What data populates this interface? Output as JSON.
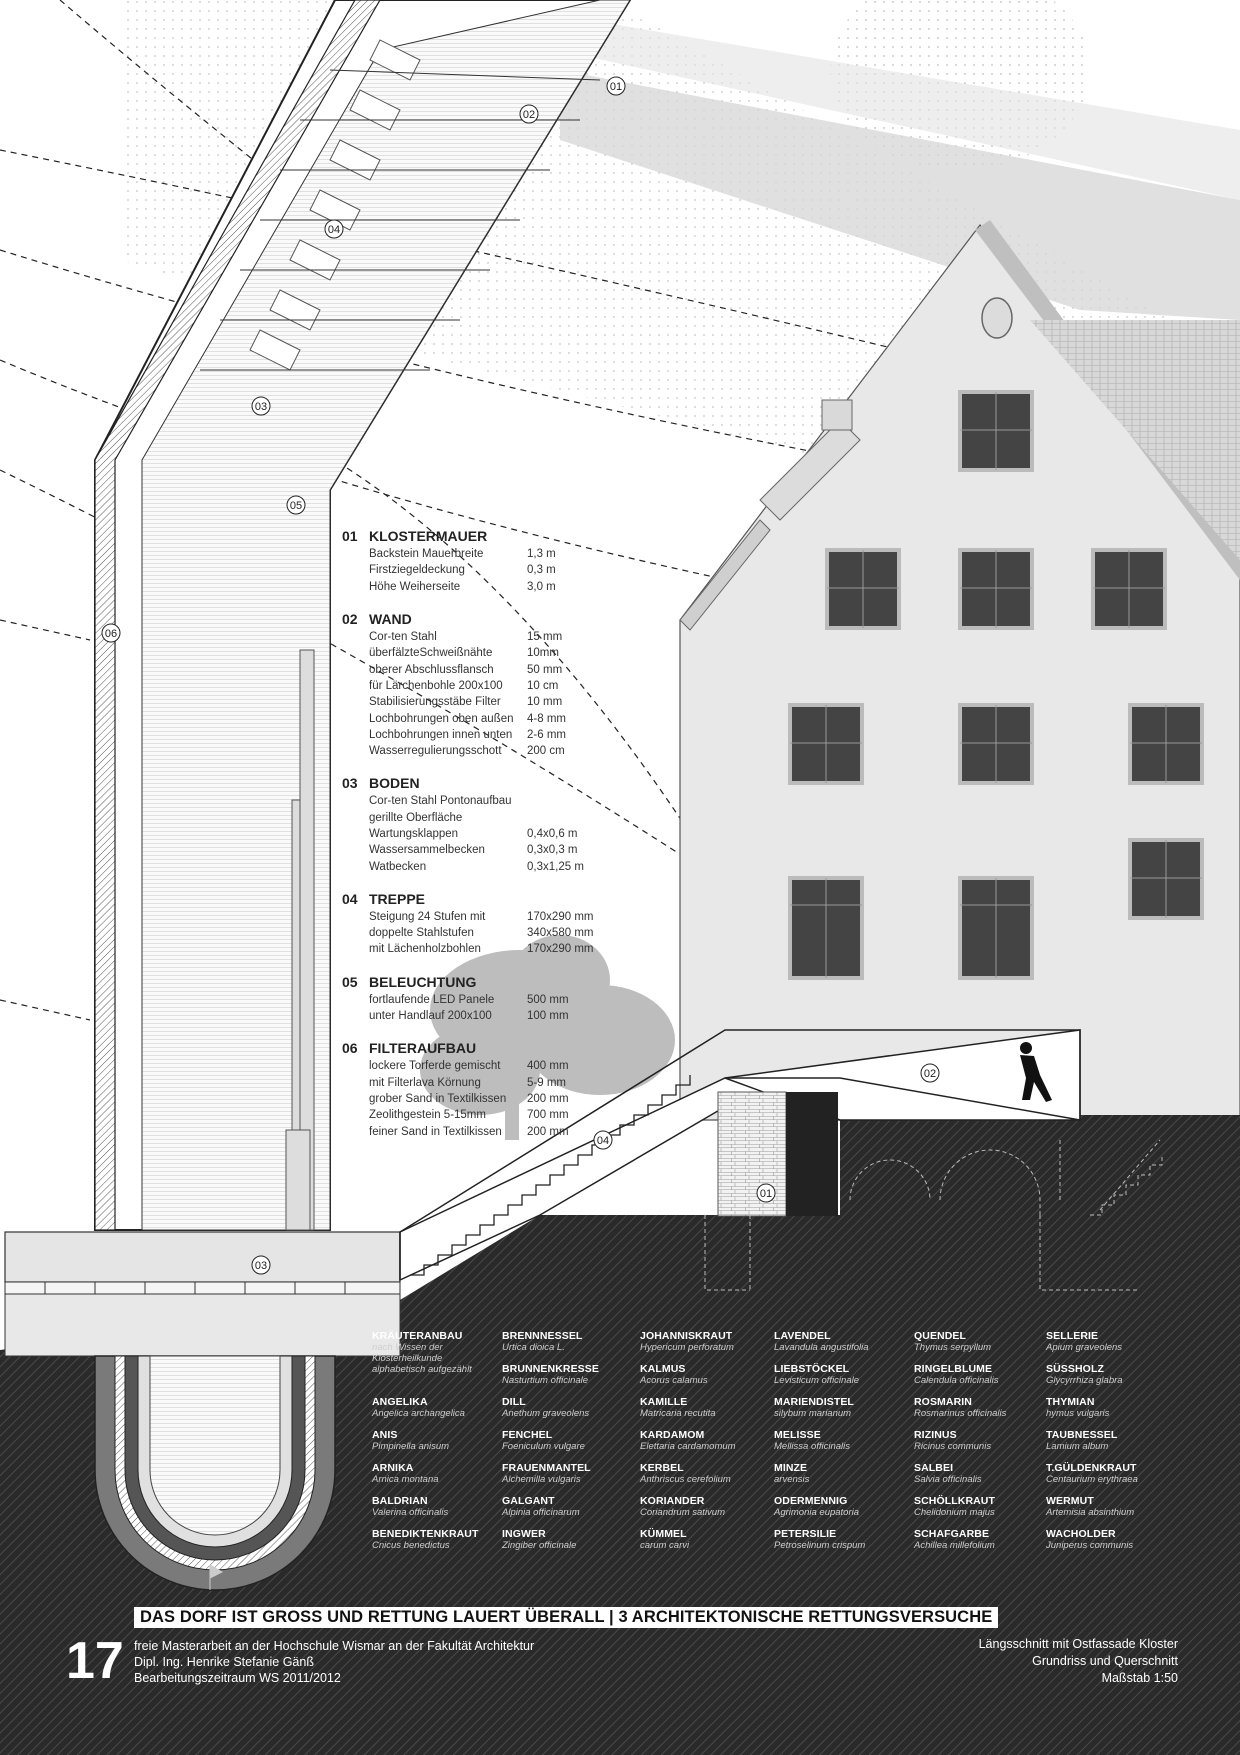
{
  "labels": {
    "c01": "01",
    "c02": "02",
    "c03": "03",
    "c04": "04",
    "c05": "05",
    "c06": "06"
  },
  "sections": [
    {
      "num": "01",
      "title": "KLOSTERMAUER",
      "rows": [
        {
          "label": "Backstein Mauerbreite",
          "value": "1,3 m"
        },
        {
          "label": "Firstziegeldeckung",
          "value": "0,3 m"
        },
        {
          "label": "Höhe Weiherseite",
          "value": "3,0 m"
        }
      ]
    },
    {
      "num": "02",
      "title": "WAND",
      "rows": [
        {
          "label": "Cor-ten Stahl",
          "value": "15 mm"
        },
        {
          "label": "überfälzteSchweißnähte",
          "value": "10mm"
        },
        {
          "label": "oberer Abschlussflansch",
          "value": "50 mm"
        },
        {
          "label": "für Lärchenbohle  200x100",
          "value": "10 cm"
        },
        {
          "label": "Stabilisierungsstäbe Filter",
          "value": "10 mm"
        },
        {
          "label": "Lochbohrungen oben außen",
          "value": "4-8 mm"
        },
        {
          "label": "Lochbohrungen innen unten",
          "value": "2-6 mm"
        },
        {
          "label": "Wasserregulierungsschott",
          "value": "200 cm"
        }
      ]
    },
    {
      "num": "03",
      "title": "BODEN",
      "rows": [
        {
          "label": "Cor-ten Stahl Pontonaufbau",
          "value": ""
        },
        {
          "label": "gerillte Oberfläche",
          "value": ""
        },
        {
          "label": "Wartungsklappen",
          "value": "0,4x0,6 m"
        },
        {
          "label": "Wassersammelbecken",
          "value": "0,3x0,3 m"
        },
        {
          "label": "Watbecken",
          "value": "0,3x1,25 m"
        }
      ]
    },
    {
      "num": "04",
      "title": "TREPPE",
      "rows": [
        {
          "label": "Steigung 24 Stufen mit",
          "value": "170x290   mm"
        },
        {
          "label": "doppelte Stahlstufen",
          "value": "340x580   mm"
        },
        {
          "label": "mit Lächenholzbohlen",
          "value": "170x290   mm"
        }
      ]
    },
    {
      "num": "05",
      "title": "BELEUCHTUNG",
      "rows": [
        {
          "label": "fortlaufende LED Panele",
          "value": "500   mm"
        },
        {
          "label": "unter Handlauf 200x100",
          "value": "100   mm"
        }
      ]
    },
    {
      "num": "06",
      "title": "FILTERAUFBAU",
      "rows": [
        {
          "label": "lockere Torferde gemischt",
          "value": "400   mm"
        },
        {
          "label": "mit Filterlava Körnung",
          "value": "5-9   mm"
        },
        {
          "label": "grober Sand in Textilkissen",
          "value": "200   mm"
        },
        {
          "label": "Zeolithgestein 5-15mm",
          "value": "700   mm"
        },
        {
          "label": "feiner Sand in Textilkissen",
          "value": "200   mm"
        }
      ]
    }
  ],
  "herbs": [
    [
      {
        "name": "KRÄUTERANBAU",
        "latin": "nach Wissen der Klosterheilkunde alphabetisch aufgezählt",
        "intro": true
      },
      {
        "name": "ANGELIKA",
        "latin": "Angelica archangelica"
      },
      {
        "name": "ANIS",
        "latin": "Pimpinella anisum"
      },
      {
        "name": "ARNIKA",
        "latin": "Arnica montana"
      },
      {
        "name": "BALDRIAN",
        "latin": "Valerina officinalis"
      },
      {
        "name": "BENEDIKTENKRAUT",
        "latin": "Cnicus benedictus"
      }
    ],
    [
      {
        "name": "BRENNNESSEL",
        "latin": "Urtica dioica L."
      },
      {
        "name": "BRUNNENKRESSE",
        "latin": "Nasturtium officinale"
      },
      {
        "name": "DILL",
        "latin": "Anethum graveolens"
      },
      {
        "name": "FENCHEL",
        "latin": "Foeniculum vulgare"
      },
      {
        "name": "FRAUENMANTEL",
        "latin": "Alchemilla vulgaris"
      },
      {
        "name": "GALGANT",
        "latin": "Alpinia officinarum"
      },
      {
        "name": "INGWER",
        "latin": "Zingiber officinale"
      }
    ],
    [
      {
        "name": "JOHANNISKRAUT",
        "latin": "Hypericum perforatum"
      },
      {
        "name": "KALMUS",
        "latin": "Acorus calamus"
      },
      {
        "name": "KAMILLE",
        "latin": "Matricaria recutita"
      },
      {
        "name": "KARDAMOM",
        "latin": "Elettaria cardamomum"
      },
      {
        "name": "KERBEL",
        "latin": "Anthriscus cerefolium"
      },
      {
        "name": "KORIANDER",
        "latin": "Coriandrum sativum"
      },
      {
        "name": "KÜMMEL",
        "latin": "carum carvi"
      }
    ],
    [
      {
        "name": "LAVENDEL",
        "latin": "Lavandula angustifolia"
      },
      {
        "name": "LIEBSTÖCKEL",
        "latin": "Levisticum officinale"
      },
      {
        "name": "MARIENDISTEL",
        "latin": "silybum marianum"
      },
      {
        "name": "MELISSE",
        "latin": "Mellissa officinalis"
      },
      {
        "name": "MINZE",
        "latin": "arvensis"
      },
      {
        "name": "ODERMENNIG",
        "latin": "Agrimonia eupatoria"
      },
      {
        "name": "PETERSILIE",
        "latin": "Petroselinum crispum"
      }
    ],
    [
      {
        "name": "QUENDEL",
        "latin": "Thymus serpyllum"
      },
      {
        "name": "RINGELBLUME",
        "latin": "Calendula officinalis"
      },
      {
        "name": "ROSMARIN",
        "latin": "Rosmarinus officinalis"
      },
      {
        "name": "RIZINUS",
        "latin": "Ricinus communis"
      },
      {
        "name": "SALBEI",
        "latin": "Salvia officinalis"
      },
      {
        "name": "SCHÖLLKRAUT",
        "latin": "Chelidonium majus"
      },
      {
        "name": "SCHAFGARBE",
        "latin": "Achillea millefolium"
      }
    ],
    [
      {
        "name": "SELLERIE",
        "latin": "Apium graveolens"
      },
      {
        "name": "SÜSSHOLZ",
        "latin": "Glycyrrhiza glabra"
      },
      {
        "name": "THYMIAN",
        "latin": "hymus vulgaris"
      },
      {
        "name": "TAUBNESSEL",
        "latin": "Lamium album"
      },
      {
        "name": "T.GÜLDENKRAUT",
        "latin": "Centaurium erythraea"
      },
      {
        "name": "WERMUT",
        "latin": "Artemisia absinthium"
      },
      {
        "name": "WACHOLDER",
        "latin": "Juniperus communis"
      }
    ]
  ],
  "footer": {
    "title": "DAS DORF IST GROSS UND RETTUNG LAUERT ÜBERALL | 3 ARCHITEKTONISCHE RETTUNGSVERSUCHE",
    "page_number": "17",
    "credit_line1": "freie Masterarbeit an der Hochschule Wismar an der Fakultät Architektur",
    "credit_line2": "Dipl. Ing. Henrike Stefanie Gänß",
    "credit_line3": "Bearbeitungszeitraum WS 2011/2012",
    "right_line1": "Längsschnitt mit Ostfassade  Kloster",
    "right_line2": "Grundriss und Querschnitt",
    "right_line3": "Maßstab 1:50"
  }
}
